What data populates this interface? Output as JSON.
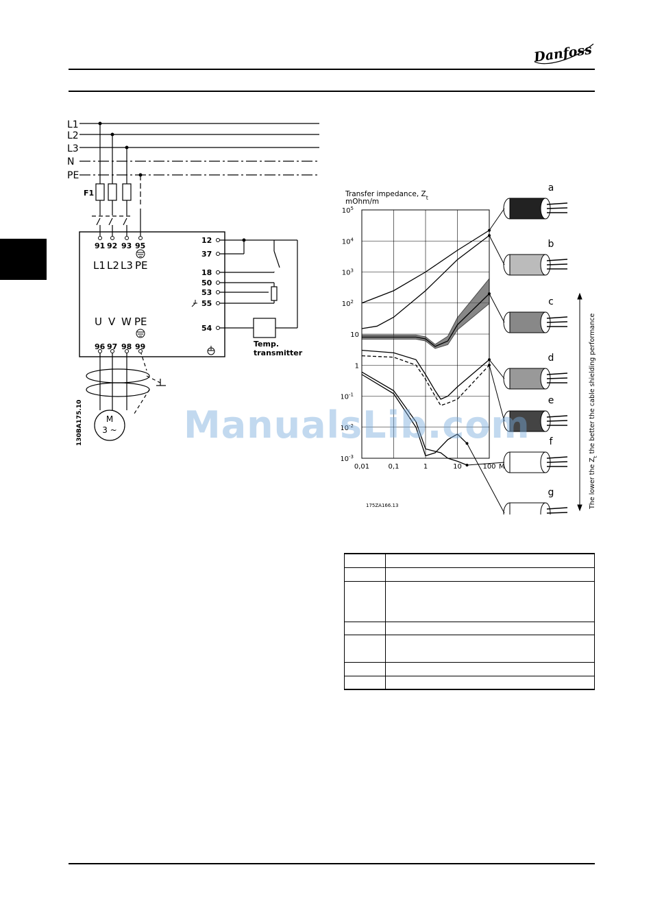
{
  "header": {
    "brand": "Danfoss"
  },
  "wiring_diagram": {
    "mains_lines": [
      "L1",
      "L2",
      "L3",
      "N",
      "PE"
    ],
    "fuse_label": "F1",
    "input_terminals": [
      "91",
      "92",
      "93",
      "95"
    ],
    "input_labels": [
      "L1",
      "L2",
      "L3",
      "PE"
    ],
    "control_terminals": [
      "12",
      "37",
      "18",
      "50",
      "53",
      "55",
      "54"
    ],
    "output_labels": [
      "U",
      "V",
      "W",
      "PE"
    ],
    "output_terminals": [
      "96",
      "97",
      "98",
      "99"
    ],
    "motor": {
      "label": "M",
      "phases": "3 ~"
    },
    "transmitter": [
      "Temp.",
      "transmitter"
    ],
    "figure_id": "130BA175.10"
  },
  "chart_data": {
    "type": "line",
    "title": "Transfer impedance, Z",
    "title_subscript": "t",
    "ylabel": "mOhm/m",
    "xlabel": "MHz",
    "x_scale": "log",
    "y_scale": "log",
    "xlim": [
      0.01,
      100
    ],
    "ylim": [
      0.001,
      100000
    ],
    "x_ticks": [
      "0,01",
      "0,1",
      "1",
      "10",
      "100"
    ],
    "y_ticks": [
      {
        "base": "10",
        "exp": "5"
      },
      {
        "base": "10",
        "exp": "4"
      },
      {
        "base": "10",
        "exp": "3"
      },
      {
        "base": "10",
        "exp": "2"
      },
      {
        "base": "10",
        "exp": ""
      },
      {
        "base": "1",
        "exp": ""
      },
      {
        "base": "10",
        "exp": "-1"
      },
      {
        "base": "10",
        "exp": "-2"
      },
      {
        "base": "10",
        "exp": "-3"
      }
    ],
    "grid": true,
    "series": [
      {
        "name": "a",
        "x": [
          0.01,
          0.1,
          1,
          10,
          100
        ],
        "y": [
          100,
          250,
          1000,
          5000,
          22000
        ]
      },
      {
        "name": "b",
        "x": [
          0.01,
          0.03,
          0.1,
          1,
          10,
          100
        ],
        "y": [
          15,
          18,
          35,
          250,
          2500,
          15000
        ]
      },
      {
        "name": "c",
        "x": [
          0.01,
          0.1,
          0.5,
          1,
          2,
          5,
          10,
          100
        ],
        "y": [
          8,
          8,
          8,
          7,
          4,
          6,
          20,
          200
        ]
      },
      {
        "name": "d",
        "x": [
          0.01,
          0.1,
          0.5,
          1,
          2,
          3,
          5,
          10,
          100
        ],
        "y": [
          3,
          2.5,
          1.5,
          0.5,
          0.15,
          0.08,
          0.1,
          0.2,
          1.5
        ]
      },
      {
        "name": "e",
        "x": [
          0.01,
          0.1,
          0.5,
          1,
          2,
          3,
          5,
          10,
          100
        ],
        "y": [
          2,
          1.8,
          1,
          0.35,
          0.1,
          0.05,
          0.06,
          0.08,
          1
        ]
      },
      {
        "name": "f",
        "x": [
          0.01,
          0.1,
          0.5,
          1,
          3,
          5,
          10,
          20
        ],
        "y": [
          0.6,
          0.15,
          0.015,
          0.002,
          0.0015,
          0.001,
          0.0008,
          0.0006
        ]
      },
      {
        "name": "g",
        "x": [
          0.01,
          0.1,
          0.5,
          1,
          2,
          5,
          10,
          20
        ],
        "y": [
          0.5,
          0.12,
          0.01,
          0.0012,
          0.0015,
          0.004,
          0.006,
          0.003
        ]
      }
    ],
    "cable_labels": [
      "a",
      "b",
      "c",
      "d",
      "e",
      "f",
      "g"
    ],
    "side_note": "The lower the Z",
    "side_note_sub": "t",
    "side_note_end": "the better the cable shielding performance",
    "figure_id": "175ZA166.13"
  },
  "watermark": "ManualsLib.com",
  "legend_table": {
    "rows": [
      [
        "",
        ""
      ],
      [
        "",
        ""
      ],
      [
        "",
        ""
      ],
      [
        "",
        ""
      ],
      [
        "",
        ""
      ],
      [
        "",
        ""
      ],
      [
        "",
        ""
      ]
    ]
  }
}
